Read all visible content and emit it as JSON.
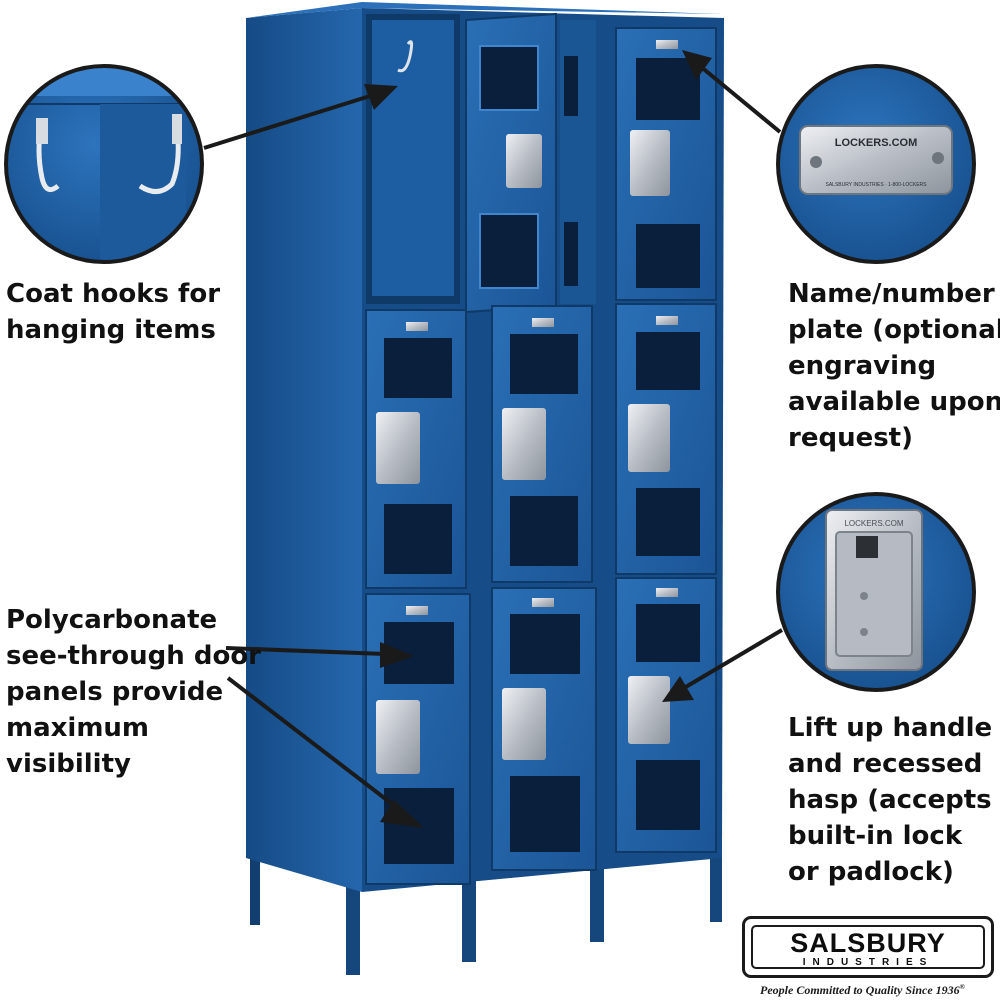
{
  "captions": {
    "coat_hooks": [
      "Coat hooks for",
      "hanging items"
    ],
    "name_plate": [
      "Name/number",
      "plate (optional",
      "engraving",
      "available upon",
      "request)"
    ],
    "panels": [
      "Polycarbonate",
      "see-through door",
      "panels provide",
      "maximum",
      "visibility"
    ],
    "handle": [
      "Lift up handle",
      "and recessed",
      "hasp (accepts",
      "built-in lock",
      "or padlock)"
    ]
  },
  "plate_text": {
    "brand": "LOCKERS.COM",
    "maker": "SALSBURY INDUSTRIES · 1-800-LOCKERS"
  },
  "handle_text": "LOCKERS.COM",
  "logo": {
    "name": "SALSBURY",
    "sub": "INDUSTRIES",
    "tagline": "People Committed to Quality Since 1936",
    "mark": "®"
  },
  "colors": {
    "locker_blue": "#1f5c9e",
    "locker_dark": "#0e3560",
    "window": "#0a1f3c",
    "steel": "#c8ccd2"
  }
}
